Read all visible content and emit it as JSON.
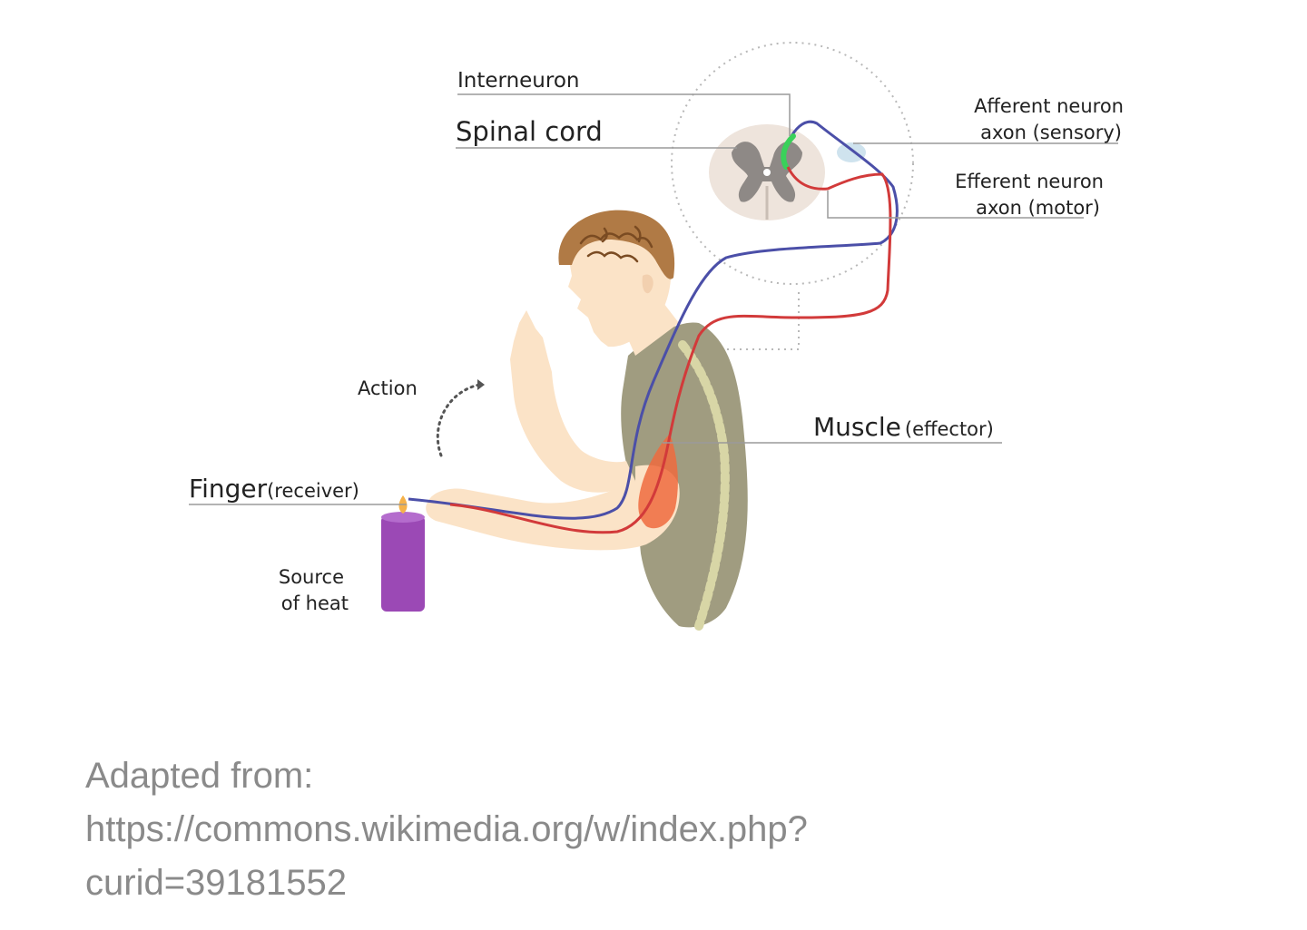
{
  "diagram": {
    "labels": {
      "interneuron": "Interneuron",
      "spinal_cord": "Spinal cord",
      "afferent_line1": "Afferent neuron",
      "afferent_line2": "axon (sensory)",
      "efferent_line1": "Efferent neuron",
      "efferent_line2": "axon (motor)",
      "action": "Action",
      "muscle": "Muscle",
      "muscle_sub": "(effector)",
      "finger": "Finger",
      "finger_sub": "(receiver)",
      "source_line1": "Source",
      "source_line2": "of heat"
    },
    "colors": {
      "sensory_path": "#4b4fa8",
      "motor_path": "#d23a3a",
      "interneuron": "#3ad15a",
      "shirt": "#a09c80",
      "skin": "#fbe3c7",
      "hair": "#b07a45",
      "candle": "#9b49b5",
      "leader_line": "#9a9a9a",
      "spinal_grey_matter": "#8e8986",
      "spinal_white_matter": "#eee4dc"
    }
  },
  "caption": {
    "line1": "Adapted from:",
    "line2": "https://commons.wikimedia.org/w/index.php?",
    "line3": "curid=39181552"
  }
}
